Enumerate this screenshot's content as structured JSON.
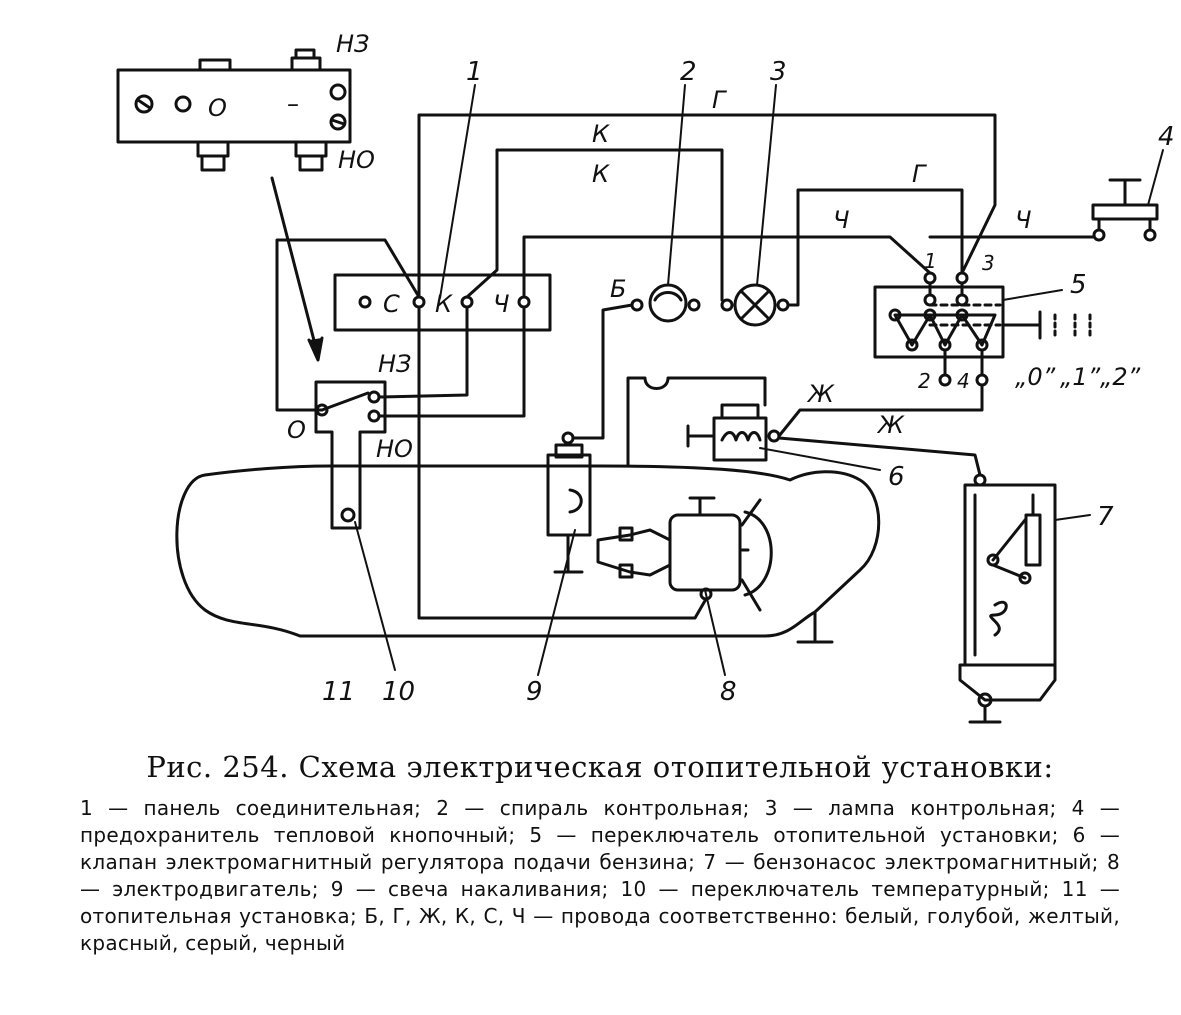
{
  "diagram": {
    "component_numbers": [
      "1",
      "2",
      "3",
      "4",
      "5",
      "6",
      "7",
      "8",
      "9",
      "10",
      "11"
    ],
    "wire_labels": {
      "g_top": "Г",
      "k_1": "К",
      "k_2": "К",
      "g_2": "Г",
      "ch_1": "Ч",
      "ch_2": "Ч",
      "b": "Б",
      "zh_1": "Ж",
      "zh_2": "Ж"
    },
    "panel_terminals": [
      "С",
      "К",
      "Ч"
    ],
    "switch_labels": {
      "nz_top": "НЗ",
      "no_top": "НО",
      "o_top": "О",
      "minus_top": "–",
      "nz": "НЗ",
      "no": "НО",
      "o": "О"
    },
    "switch5_terminals": {
      "t1": "1",
      "t3": "3",
      "t2": "2",
      "t4": "4"
    },
    "switch5_positions": [
      "„0”",
      "„1”",
      "„2”"
    ]
  },
  "caption": {
    "title": "Рис. 254. Схема электрическая отопительной установки:",
    "text": "1 — панель соединительная; 2 — спираль контрольная; 3 — лампа контрольная; 4 — предохранитель тепловой кнопочный; 5 — переключатель отопительной установки; 6 — клапан электромагнитный регулятора подачи бензина; 7 — бензонасос электромагнитный; 8 — электродвигатель; 9 — свеча накаливания; 10 — переключатель температурный; 11 — отопительная установка; Б, Г, Ж, К, С, Ч — провода соответственно: белый, голубой, желтый, красный, серый, черный"
  }
}
